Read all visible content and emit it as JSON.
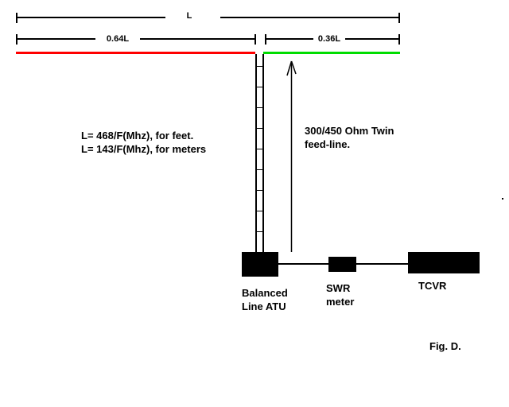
{
  "diagram": {
    "dim_total_label": "L",
    "dim_left_label": "0.64L",
    "dim_right_label": "0.36L",
    "formula_feet": "L= 468/F(Mhz), for feet.",
    "formula_meters": "L= 143/F(Mhz), for meters",
    "feedline_line1": "300/450 Ohm Twin",
    "feedline_line2": "feed-line.",
    "atu_label_line1": "Balanced",
    "atu_label_line2": "Line ATU",
    "swr_label_line1": "SWR",
    "swr_label_line2": "meter",
    "tcvr_label": "TCVR",
    "caption": "Fig. D.",
    "colors": {
      "left_element_wire": "#ff0000",
      "right_element_wire": "#00dd00",
      "ink": "#000000",
      "background": "#ffffff"
    }
  }
}
